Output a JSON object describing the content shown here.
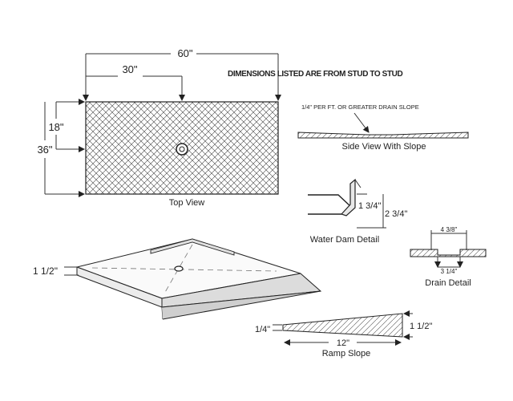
{
  "notes": {
    "dimensions_note": "DIMENSIONS LISTED ARE FROM STUD TO STUD",
    "slope_note": "1/4\" PER FT. OR GREATER DRAIN SLOPE"
  },
  "top_view": {
    "width": "60\"",
    "drain_center": "30\"",
    "drain_offset": "18\"",
    "depth": "36\"",
    "caption": "Top View"
  },
  "side_view": {
    "caption": "Side View With Slope"
  },
  "water_dam": {
    "height_inner": "1 3/4\"",
    "height_outer": "2 3/4\"",
    "caption": "Water Dam Detail"
  },
  "drain_detail": {
    "top_width": "4 3/8\"",
    "bottom_width": "3 1/4\"",
    "caption": "Drain Detail"
  },
  "iso_view": {
    "threshold_height": "1 1/2\""
  },
  "ramp": {
    "low_height": "1/4\"",
    "high_height": "1 1/2\"",
    "length": "12\"",
    "caption": "Ramp Slope"
  }
}
